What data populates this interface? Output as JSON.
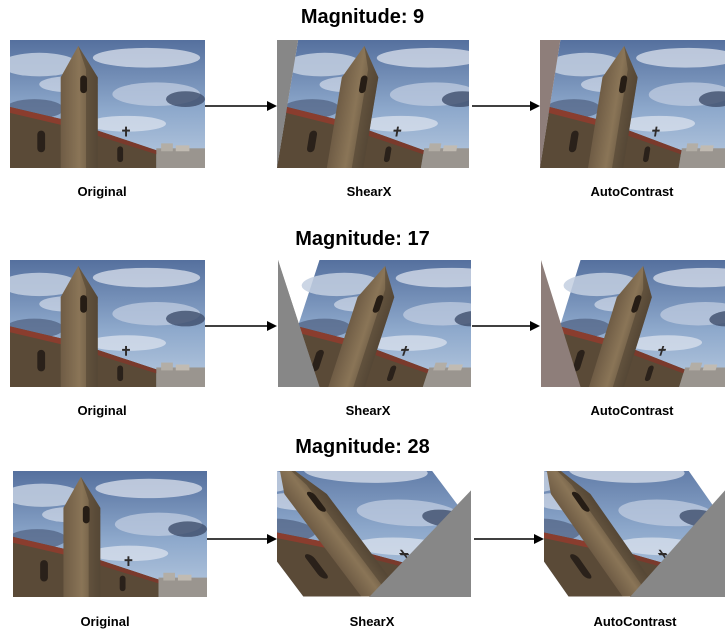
{
  "rows": [
    {
      "title": "Magnitude: 9",
      "captions": [
        "Original",
        "ShearX",
        "AutoContrast"
      ]
    },
    {
      "title": "Magnitude: 17",
      "captions": [
        "Original",
        "ShearX",
        "AutoContrast"
      ]
    },
    {
      "title": "Magnitude: 28",
      "captions": [
        "Original",
        "ShearX",
        "AutoContrast"
      ]
    }
  ],
  "colors": {
    "sky_top": "#5f7fae",
    "sky_bottom": "#a9c1de",
    "cloud": "#c9d3e2",
    "stone": "#7d6a52",
    "stone_dark": "#4d3f2f",
    "fill_gray": "#878787",
    "fill_gray_autocontrast": "#8e7e7a"
  },
  "icons": [
    "arrow-right-icon"
  ]
}
